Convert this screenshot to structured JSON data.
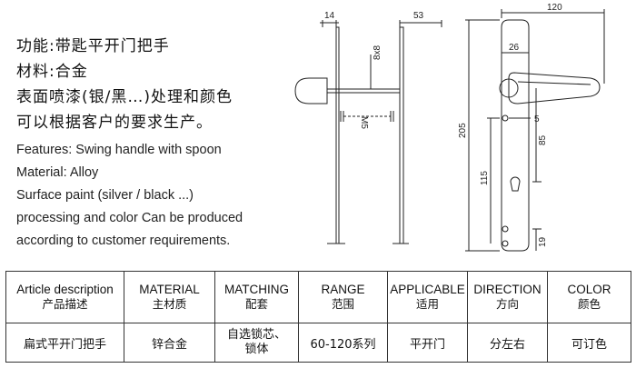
{
  "features_cn": [
    "功能:带匙平开门把手",
    "材料:合金",
    "表面喷漆(银/黑…)处理和颜色",
    "可以根据客户的要求生产。"
  ],
  "features_en": [
    "Features: Swing handle with spoon",
    "Material: Alloy",
    "Surface paint (silver / black ...)",
    "processing and color Can be produced",
    "according to customer requirements."
  ],
  "drawing": {
    "dim_side_width": "14",
    "dim_plate_depth": "53",
    "dim_overall_width": "120",
    "dim_plate_width": "26",
    "dim_spindle": "8x8",
    "dim_screw": "M5",
    "dim_total_height": "205",
    "dim_lower_height": "115",
    "dim_center": "85",
    "dim_bottom": "19",
    "dim_hole": "5"
  },
  "table": {
    "headers": [
      {
        "en": "Article description",
        "cn": "产品描述"
      },
      {
        "en": "MATERIAL",
        "cn": "主材质"
      },
      {
        "en": "MATCHING",
        "cn": "配套"
      },
      {
        "en": "RANGE",
        "cn": "范围"
      },
      {
        "en": "APPLICABLE",
        "cn": "适用"
      },
      {
        "en": "DIRECTION",
        "cn": "方向"
      },
      {
        "en": "COLOR",
        "cn": "颜色"
      }
    ],
    "row": [
      "扁式平开门把手",
      "锌合金",
      "自选锁芯、\n锁体",
      "60-120系列",
      "平开门",
      "分左右",
      "可订色"
    ]
  }
}
